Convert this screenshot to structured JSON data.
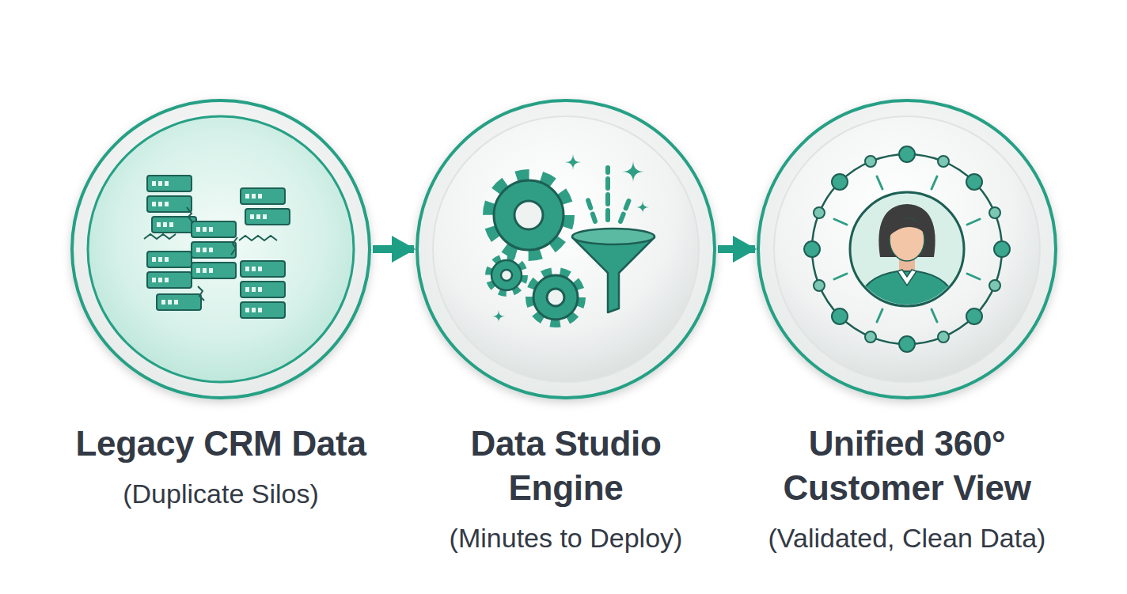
{
  "diagram": {
    "nodes": [
      {
        "text": [
          "Legacy CRM Data",
          "(Duplicate Silos)"
        ]
      },
      {
        "text": [
          "Data Studio Engine",
          "(Minutes to Deploy)"
        ]
      },
      {
        "text": [
          "Unified 360° Customer View",
          "(Validated, Clean Data)"
        ]
      }
    ],
    "edges": [
      {
        "from": 0,
        "to": 1,
        "arrow": "to"
      },
      {
        "from": 1,
        "to": 2,
        "arrow": "to"
      }
    ]
  }
}
